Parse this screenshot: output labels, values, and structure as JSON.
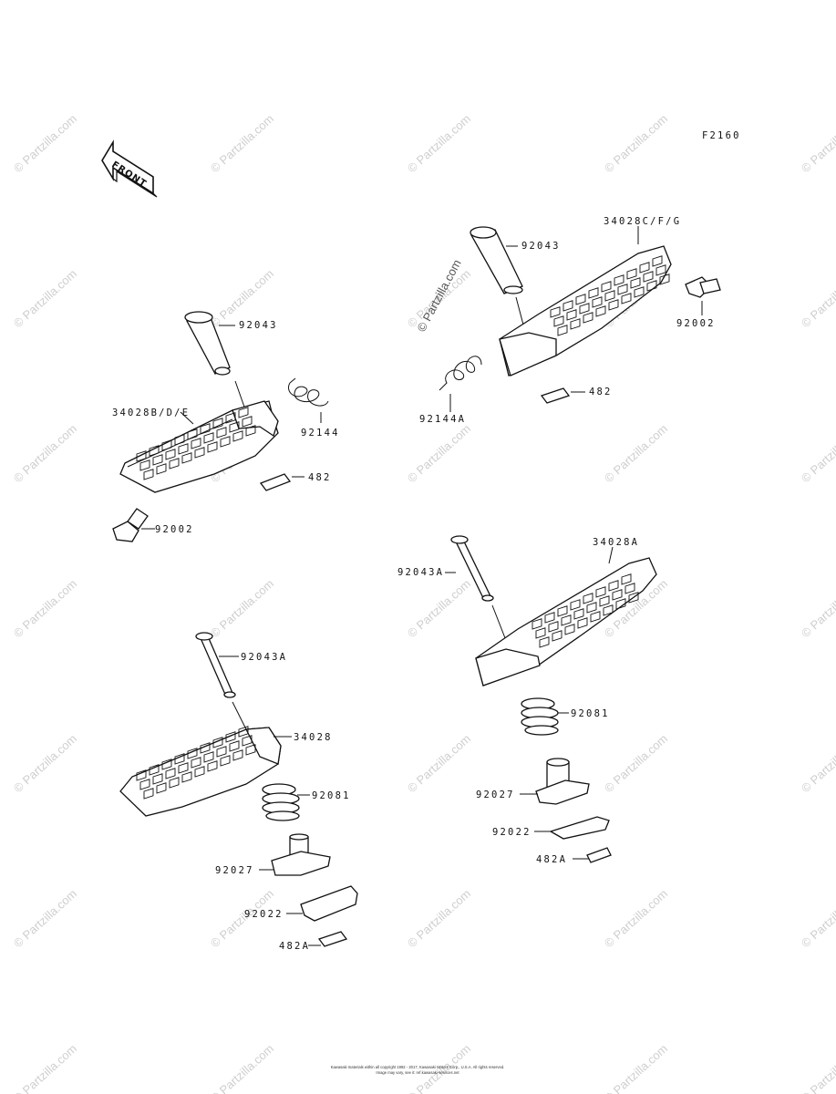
{
  "figure_code": "F2160",
  "front_arrow_label": "FRONT",
  "watermark_text": "© Partzilla.com",
  "labels": {
    "g1_pin": "92043",
    "g1_spring": "92144",
    "g1_step": "34028B/D/E",
    "g1_clip": "482",
    "g1_bolt": "92002",
    "g2_pin": "92043",
    "g2_step": "34028C/F/G",
    "g2_bolt": "92002",
    "g2_spring": "92144A",
    "g2_clip": "482",
    "g3_pin": "92043A",
    "g3_step": "34028",
    "g3_spring": "92081",
    "g3_holder": "92027",
    "g3_plate": "92022",
    "g3_clip": "482A",
    "g4_pin": "92043A",
    "g4_step": "34028A",
    "g4_spring": "92081",
    "g4_holder": "92027",
    "g4_plate": "92022",
    "g4_clip": "482A"
  },
  "footer_line1": "Kawasaki materials within all copyright 1992 - 2017, Kawasaki Motors Corp., U.S.A. All rights reserved.",
  "footer_line2": "Image may vary, see it: ref.kawasaki-services.net"
}
